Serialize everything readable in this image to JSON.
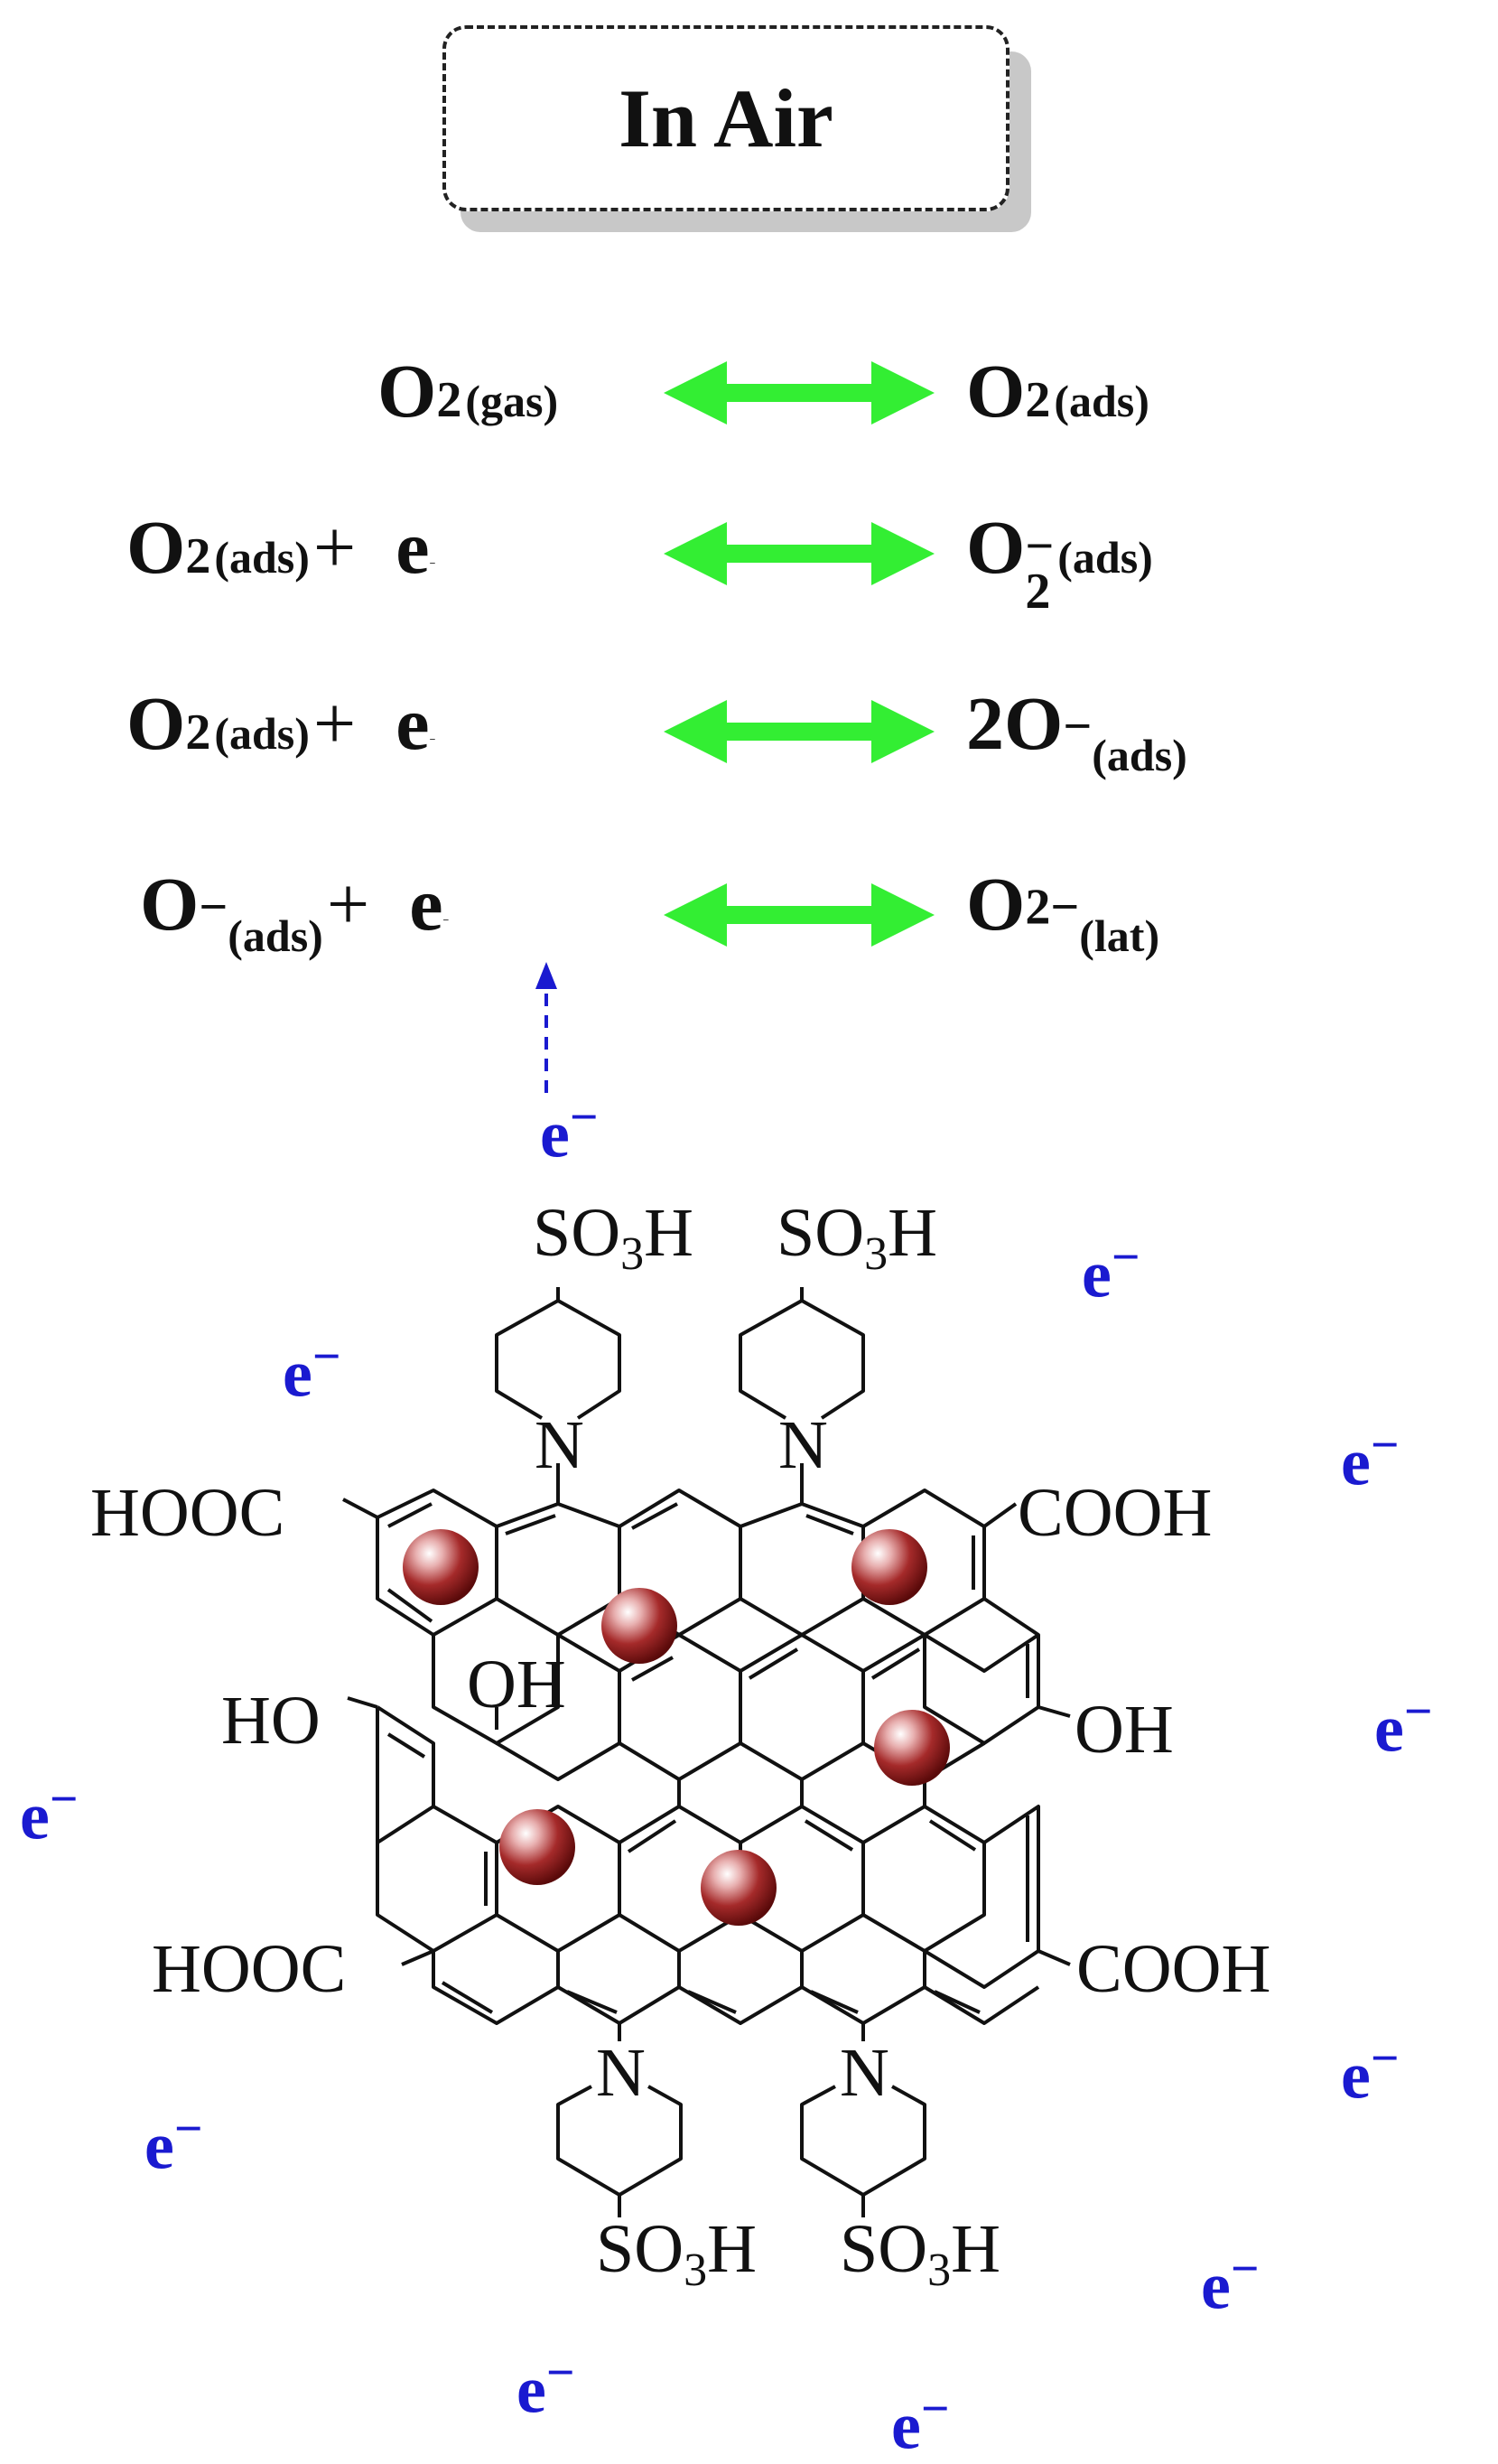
{
  "title": "In Air",
  "colors": {
    "arrow": "#33ee33",
    "electron": "#1a1ad0",
    "particle": "#8b1a1a",
    "bond": "#111111"
  },
  "reactions": [
    {
      "lhs": "O",
      "lhs_sub": "2",
      "lhs_state": "(gas)",
      "plus": "",
      "e": "",
      "rhs": "O",
      "rhs_sub": "2",
      "rhs_sup": "",
      "rhs_state": "(ads)"
    },
    {
      "lhs": "O",
      "lhs_sub": "2",
      "lhs_state": "(ads)",
      "plus": "+",
      "e": "e",
      "e_sup": "−",
      "rhs": "O",
      "rhs_sub": "2",
      "rhs_sup": "−",
      "rhs_state": "(ads)"
    },
    {
      "lhs": "O",
      "lhs_sub": "2",
      "lhs_state": "(ads)",
      "plus": "+",
      "e": "e",
      "e_sup": "−",
      "rhs": "2O",
      "rhs_sub": "",
      "rhs_sup": "−",
      "rhs_state": "(ads)"
    },
    {
      "lhs": "O",
      "lhs_sub": "",
      "lhs_sup": "−",
      "lhs_state": "(ads)",
      "plus": "+",
      "e": "e",
      "e_sup": "−",
      "rhs": "O",
      "rhs_sub": "",
      "rhs_sup": "2−",
      "rhs_state": "(lat)"
    }
  ],
  "electron_label": "e",
  "electron_sup": "−",
  "substituents": {
    "sulfonic": "SO",
    "sulfonic_sub": "3",
    "sulfonic_end": "H",
    "nitrogen": "N",
    "carboxyl_left": "HOOC",
    "carboxyl_right": "COOH",
    "hydroxyl_left": "HO",
    "hydroxyl_right": "OH",
    "hydroxyl_inner": "OH"
  }
}
